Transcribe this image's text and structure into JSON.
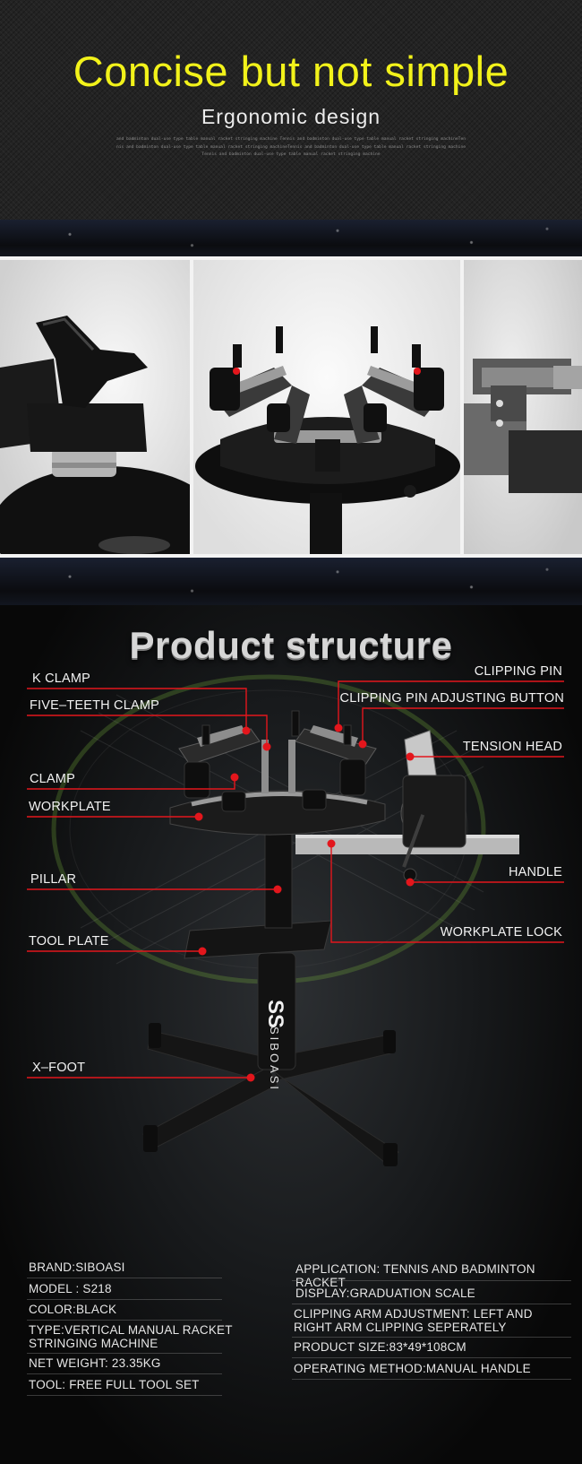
{
  "hero": {
    "headline": "Concise but not simple",
    "subtitle": "Ergonomic design",
    "fine_print": "and badminton dual-use type table manual racket stringing machine Tennis and badminton dual-use type table manual racket stringing machineTennis and badminton dual-use type table manual racket stringing machineTennis and badminton dual-use type table manual racket stringing machineTennis and badminton dual-use type table manual racket stringing machine"
  },
  "structure": {
    "title": "Product structure",
    "brand_mark": "SIBOASI",
    "logo_letters": "SS",
    "labels_left": [
      "K CLAMP",
      "FIVE–TEETH CLAMP",
      "CLAMP",
      "WORKPLATE",
      "PILLAR",
      "TOOL PLATE",
      "X–FOOT"
    ],
    "labels_right": [
      "CLIPPING PIN",
      "CLIPPING PIN ADJUSTING BUTTON",
      "TENSION HEAD",
      "HANDLE",
      "WORKPLATE LOCK"
    ]
  },
  "specs": {
    "left": [
      "BRAND:SIBOASI",
      "MODEL : S218",
      "COLOR:BLACK",
      "TYPE:VERTICAL MANUAL RACKET STRINGING MACHINE",
      "NET WEIGHT: 23.35KG",
      "TOOL: FREE FULL TOOL SET"
    ],
    "right": [
      "APPLICATION: TENNIS AND BADMINTON RACKET",
      "DISPLAY:GRADUATION SCALE",
      "CLIPPING ARM ADJUSTMENT: LEFT AND RIGHT ARM CLIPPING SEPERATELY",
      "PRODUCT SIZE:83*49*108CM",
      "OPERATING METHOD:MANUAL HANDLE"
    ]
  },
  "colors": {
    "headline": "#f2f21a",
    "accent_line": "#e3161c",
    "background": "#0c0c0c"
  }
}
